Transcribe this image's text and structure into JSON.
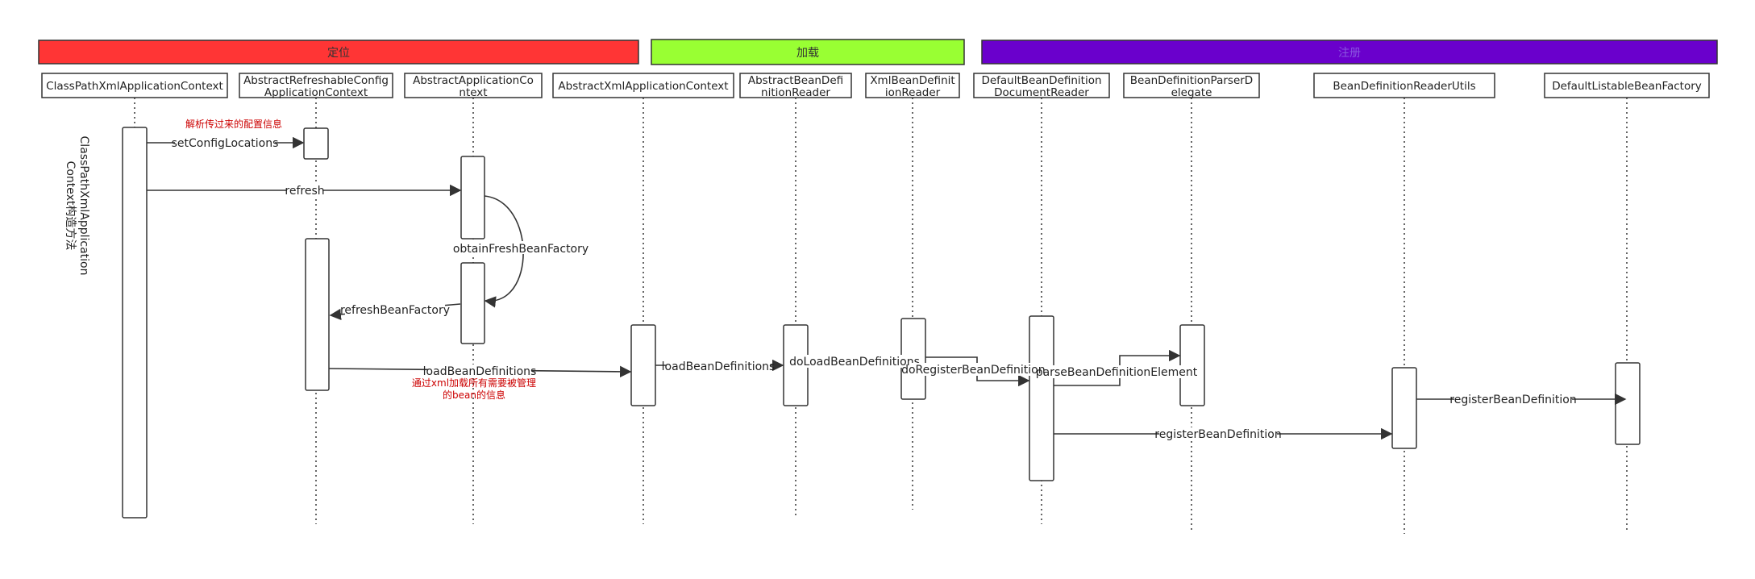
{
  "phases": [
    {
      "id": "locate",
      "label": "定位",
      "color": "#ff3535"
    },
    {
      "id": "load",
      "label": "加载",
      "color": "#99ff33"
    },
    {
      "id": "register",
      "label": "注册",
      "color": "#6a00cc"
    }
  ],
  "participants": [
    {
      "id": "p1",
      "lines": [
        "ClassPathXmlApplicationContext"
      ]
    },
    {
      "id": "p2",
      "lines": [
        "AbstractRefreshableConfig",
        "ApplicationContext"
      ]
    },
    {
      "id": "p3",
      "lines": [
        "AbstractApplicationCo",
        "ntext"
      ]
    },
    {
      "id": "p4",
      "lines": [
        "AbstractXmlApplicationContext"
      ]
    },
    {
      "id": "p5",
      "lines": [
        "AbstractBeanDefi",
        "nitionReader"
      ]
    },
    {
      "id": "p6",
      "lines": [
        "XmlBeanDefinit",
        "ionReader"
      ]
    },
    {
      "id": "p7",
      "lines": [
        "DefaultBeanDefinition",
        "DocumentReader"
      ]
    },
    {
      "id": "p8",
      "lines": [
        "BeanDefinitionParserD",
        "elegate"
      ]
    },
    {
      "id": "p9",
      "lines": [
        "BeanDefinitionReaderUtils"
      ]
    },
    {
      "id": "p10",
      "lines": [
        "DefaultListableBeanFactory"
      ]
    }
  ],
  "side_note": {
    "lines": [
      "ClassPathXmlApplication",
      "Context构造方法"
    ]
  },
  "messages": [
    {
      "id": "m1",
      "label": "setConfigLocations"
    },
    {
      "id": "m2",
      "label": "refresh"
    },
    {
      "id": "m3",
      "label": "obtainFreshBeanFactory"
    },
    {
      "id": "m4",
      "label": "refreshBeanFactory"
    },
    {
      "id": "m5",
      "label": "loadBeanDefinitions"
    },
    {
      "id": "m6",
      "label": "loadBeanDefinitions"
    },
    {
      "id": "m7",
      "label": "doLoadBeanDefinitions"
    },
    {
      "id": "m8",
      "label": "doRegisterBeanDefinitions"
    },
    {
      "id": "m9",
      "label": "parseBeanDefinitionElement"
    },
    {
      "id": "m10",
      "label": "registerBeanDefinition"
    },
    {
      "id": "m11",
      "label": "registerBeanDefinition"
    }
  ],
  "annotations": [
    {
      "id": "a1",
      "lines": [
        "解析传过来的配置信息"
      ],
      "color": "#cc0000"
    },
    {
      "id": "a2",
      "lines": [
        "通过xml加载所有需要被管理",
        "的bean的信息"
      ],
      "color": "#cc0000"
    }
  ],
  "colors": {
    "line": "#333333",
    "activation_fill": "#ffffff",
    "text": "#222222"
  }
}
